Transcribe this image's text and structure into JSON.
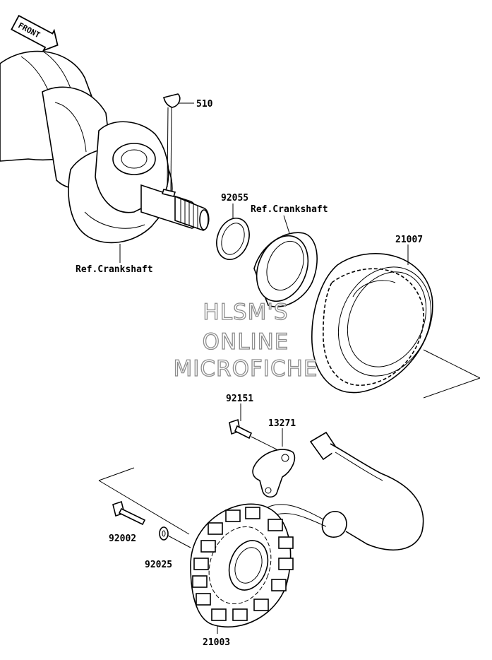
{
  "front_badge": "FRONT",
  "watermark": [
    "HLSM'S",
    "ONLINE",
    "MICROFICHE"
  ],
  "callouts": {
    "p510": "510",
    "p92055": "92055",
    "ref_crank_upper": "Ref.Crankshaft",
    "ref_crank_lower": "Ref.Crankshaft",
    "p21007": "21007",
    "p92151": "92151",
    "p13271": "13271",
    "p92002": "92002",
    "p92025": "92025",
    "p21003": "21003"
  }
}
